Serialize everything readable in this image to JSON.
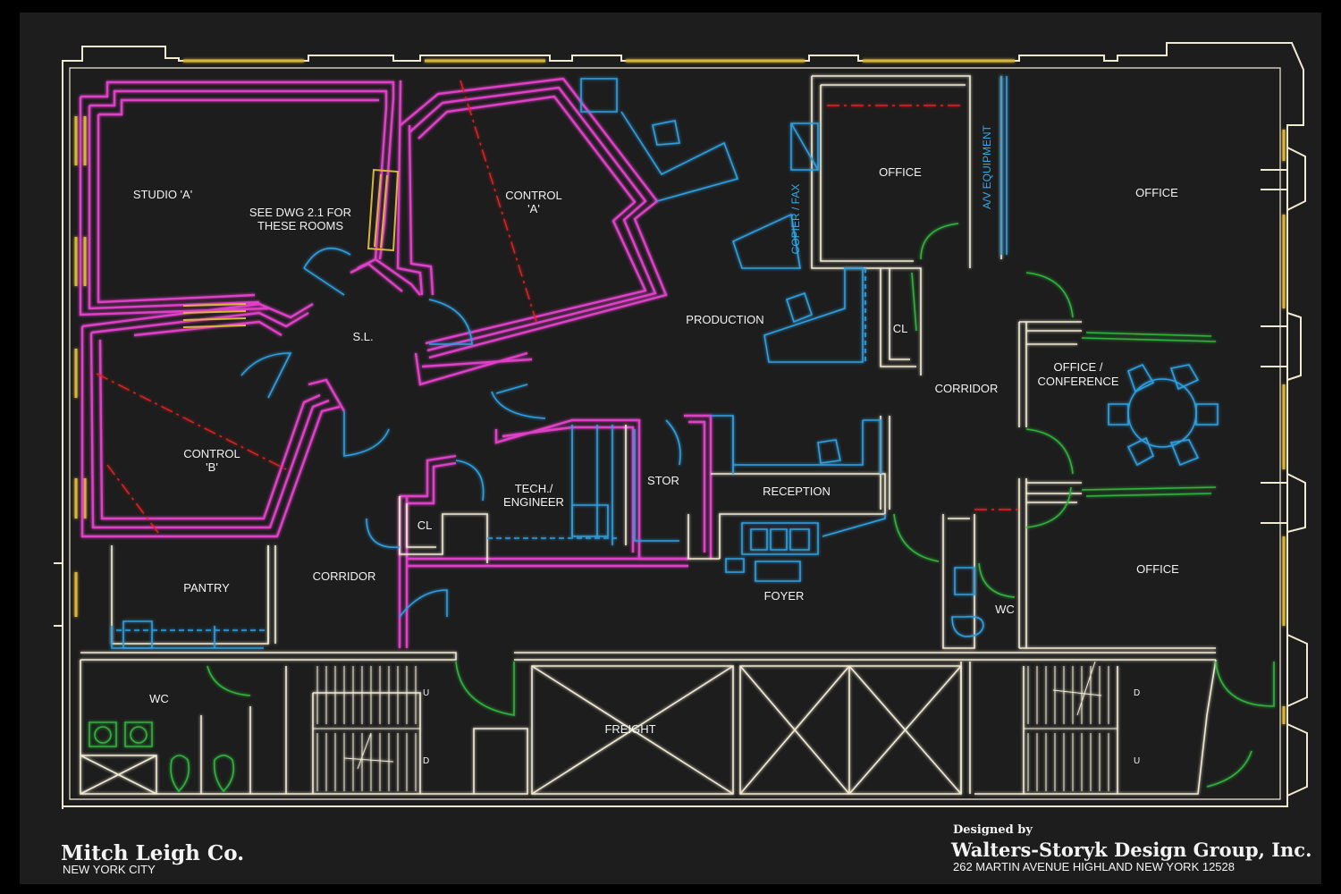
{
  "rooms": {
    "studio_a": "STUDIO 'A'",
    "see_dwg_1": "SEE DWG 2.1 FOR",
    "see_dwg_2": "THESE ROOMS",
    "control_a_1": "CONTROL",
    "control_a_2": "'A'",
    "sl": "S.L.",
    "control_b_1": "CONTROL",
    "control_b_2": "'B'",
    "pantry": "PANTRY",
    "corridor_left": "CORRIDOR",
    "cl_left": "CL",
    "tech_1": "TECH./",
    "tech_2": "ENGINEER",
    "stor": "STOR",
    "reception": "RECEPTION",
    "foyer": "FOYER",
    "production": "PRODUCTION",
    "copier": "COPIER / FAX",
    "office_top": "OFFICE",
    "av_equipment": "A/V EQUIPMENT",
    "cl_right": "CL",
    "corridor_right": "CORRIDOR",
    "office_top_right": "OFFICE",
    "conf_1": "OFFICE /",
    "conf_2": "CONFERENCE",
    "office_bottom_right": "OFFICE",
    "wc_right": "WC",
    "wc_left": "WC",
    "freight": "FREIGHT"
  },
  "stairs": {
    "u": "U",
    "d": "D"
  },
  "client": {
    "name": "Mitch Leigh Co.",
    "city": "NEW YORK CITY"
  },
  "designer": {
    "label": "Designed by",
    "name": "Walters-Storyk Design Group, Inc.",
    "address": "262 MARTIN AVENUE HIGHLAND NEW YORK 12528"
  },
  "colors": {
    "background": "#1d1d1d",
    "wall": "#f1ead2",
    "studio_wall": "#e040c8",
    "furniture": "#2e9fe0",
    "door_green": "#2fb33a",
    "window_yellow": "#d8b53a",
    "centerline_red": "#e02020"
  }
}
